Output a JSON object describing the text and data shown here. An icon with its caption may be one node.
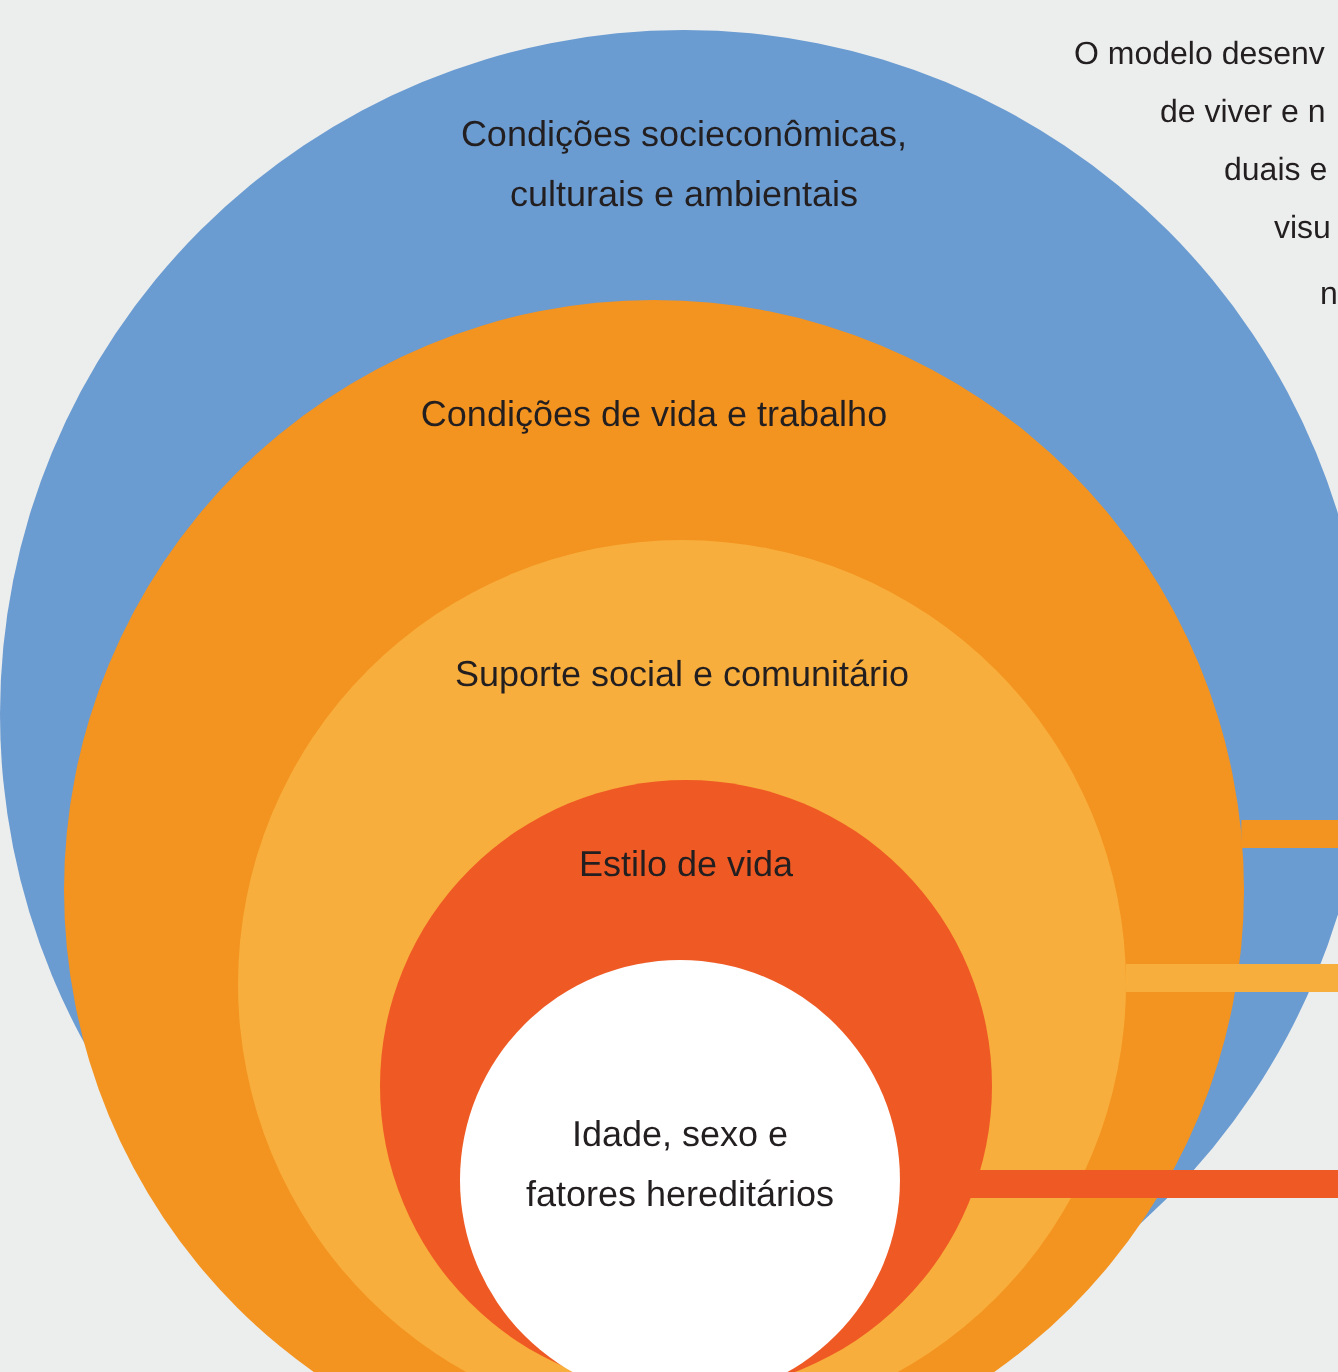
{
  "diagram": {
    "nodes": [
      {
        "text": [
          "Condições socieconômicas, culturais e ambientais"
        ]
      },
      {
        "text": [
          "Condições de vida e trabalho"
        ],
        "in": 0
      },
      {
        "text": [
          "Suporte social e comunitário"
        ],
        "in": 1
      },
      {
        "text": [
          "Estilo de vida"
        ],
        "in": 2
      },
      {
        "text": [
          "Idade, sexo e fatores hereditários"
        ],
        "in": 3
      }
    ],
    "edges": [
      {
        "from": 1,
        "to": null,
        "arrow": "none",
        "color": "#f39320"
      },
      {
        "from": 2,
        "to": null,
        "arrow": "none",
        "color": "#f8ae3c"
      },
      {
        "from": 4,
        "to": null,
        "arrow": "none",
        "color": "#ef5a24"
      }
    ],
    "labels": [
      "O modelo desenv",
      "de viver e n",
      "duais e",
      "visu",
      "n"
    ]
  }
}
